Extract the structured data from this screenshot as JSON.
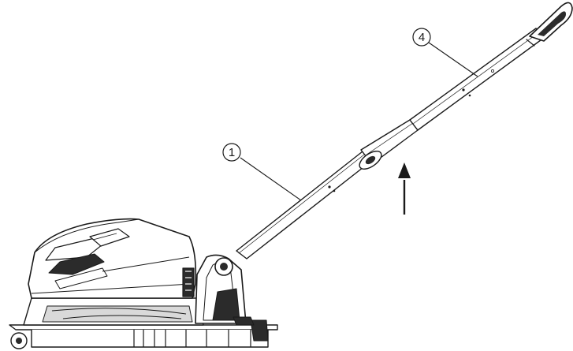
{
  "callouts": [
    {
      "id": "1",
      "label": "1"
    },
    {
      "id": "4",
      "label": "4"
    }
  ],
  "colors": {
    "line": "#1a1a1a",
    "fill_light": "#ffffff",
    "fill_mid": "#d9d9d9",
    "fill_dark": "#2b2b2b"
  },
  "arrow": {
    "direction": "up"
  }
}
